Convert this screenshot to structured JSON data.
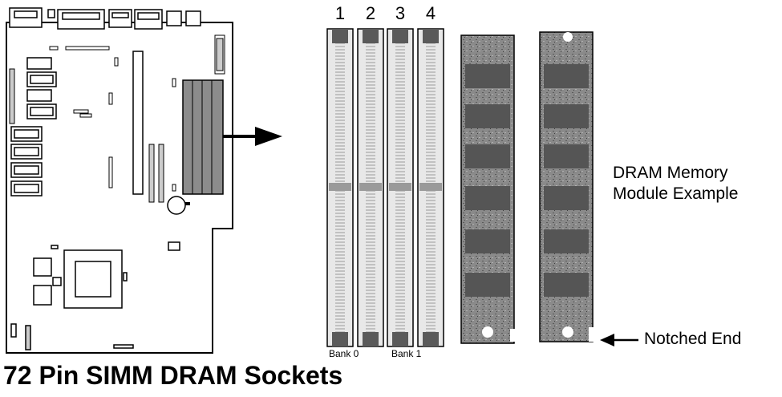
{
  "slots": {
    "numbers": [
      "1",
      "2",
      "3",
      "4"
    ],
    "bank_labels": [
      "Bank 0",
      "Bank 1"
    ]
  },
  "module_label": {
    "line1": "DRAM Memory",
    "line2": "Module Example"
  },
  "notch_label": "Notched End",
  "title": "72 Pin SIMM DRAM Sockets",
  "colors": {
    "ink": "#000000",
    "socket_fill": "#e6e6e6",
    "highlight": "#8c8c8c",
    "module_fill": "#6e6e6e"
  }
}
